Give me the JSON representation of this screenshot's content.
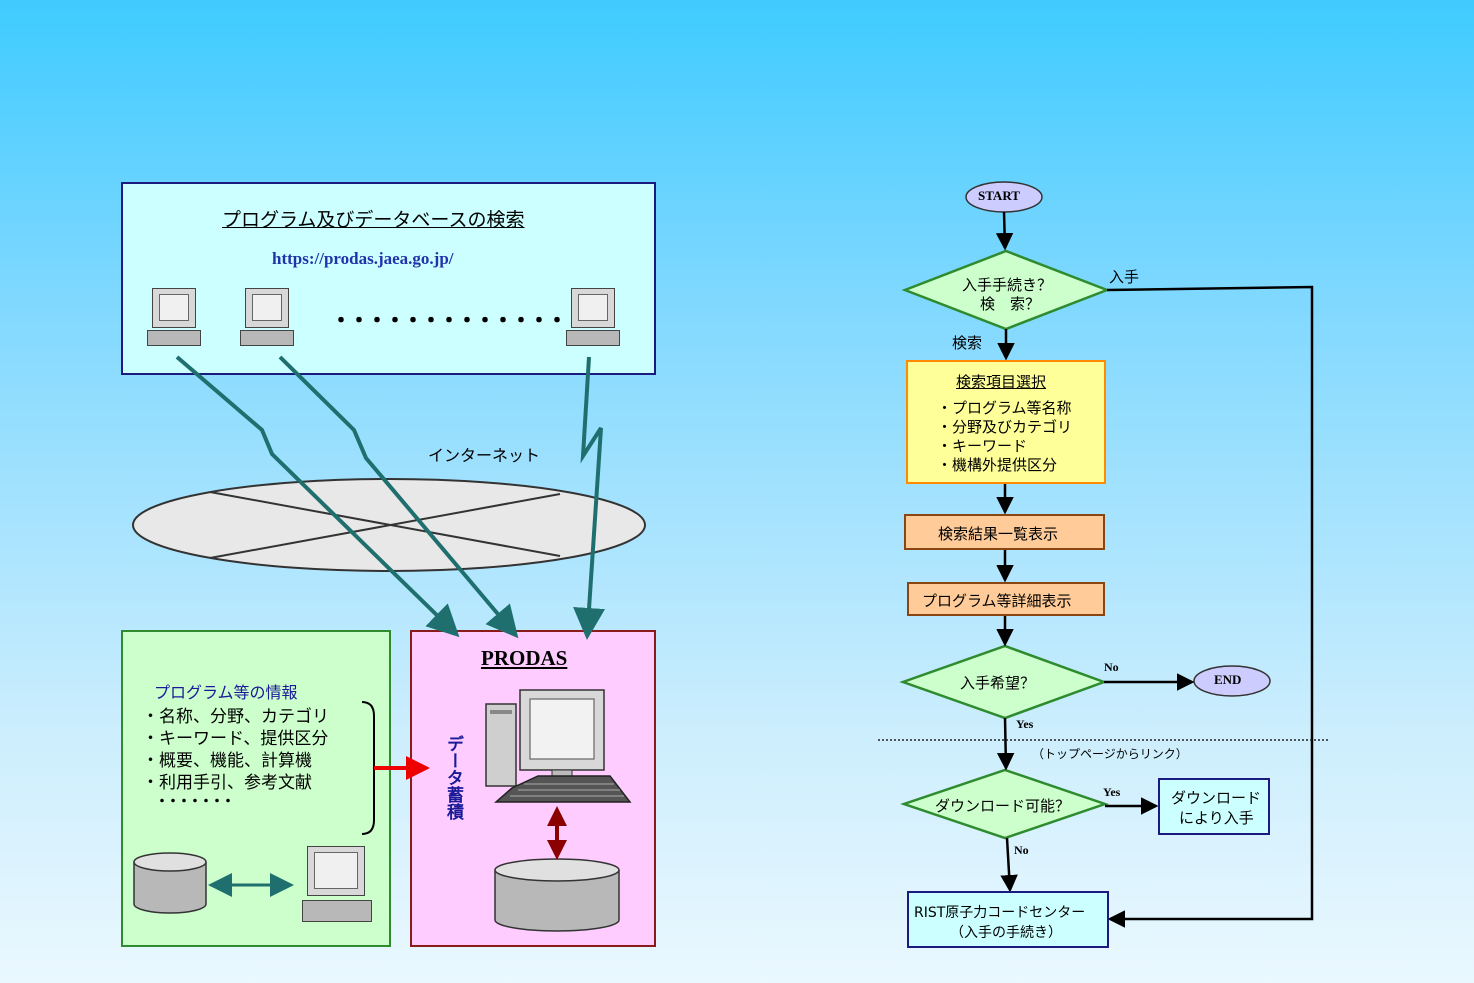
{
  "network": {
    "title": "プログラム及びデータベースの検索",
    "url": "https://prodas.jaea.go.jp/",
    "dots": "・・・・・・・・・・・・・",
    "internet_label": "インターネット"
  },
  "info": {
    "title": "プログラム等の情報",
    "items": [
      "・名称、分野、カテゴリ",
      "・キーワード、提供区分",
      "・概要、機能、計算機",
      "・利用手引、参考文献"
    ],
    "more": "・・・・・・・"
  },
  "prodas": {
    "title": "PRODAS",
    "accum_label": "データ蓄積"
  },
  "flow": {
    "start": "START",
    "end": "END",
    "decision1": [
      "入手手続き？",
      "検　索？"
    ],
    "branch_obtain": "入手",
    "branch_search": "検索",
    "search_select_title": "検索項目選択",
    "search_select_items": [
      "・プログラム等名称",
      "・分野及びカテゴリ",
      "・キーワード",
      "・機構外提供区分"
    ],
    "results": "検索結果一覧表示",
    "detail": "プログラム等詳細表示",
    "decision2": "入手希望？",
    "yes": "Yes",
    "no": "No",
    "top_link": "（トップページからリンク）",
    "decision3": "ダウンロード可能？",
    "download": [
      "ダウンロード",
      "により入手"
    ],
    "rist": [
      "RIST原子力コードセンター",
      "（入手の手続き）"
    ]
  },
  "colors": {
    "network_box_bg": "#ccffff",
    "network_box_border": "#1a1a80",
    "info_box_bg": "#ccffcc",
    "info_box_border": "#2e8b2e",
    "prodas_box_bg": "#ffccff",
    "prodas_box_border": "#8b1a1a",
    "teal_arrow": "#1f6f6f",
    "decision_fill": "#ccffcc",
    "decision_border": "#2e8b2e",
    "terminal_fill": "#ccccff",
    "orange_box": "#ffff99",
    "orange_border": "#ff8c00",
    "peach_box": "#ffcc99",
    "peach_border": "#8b4513",
    "blue_box_border": "#1a1a80"
  }
}
